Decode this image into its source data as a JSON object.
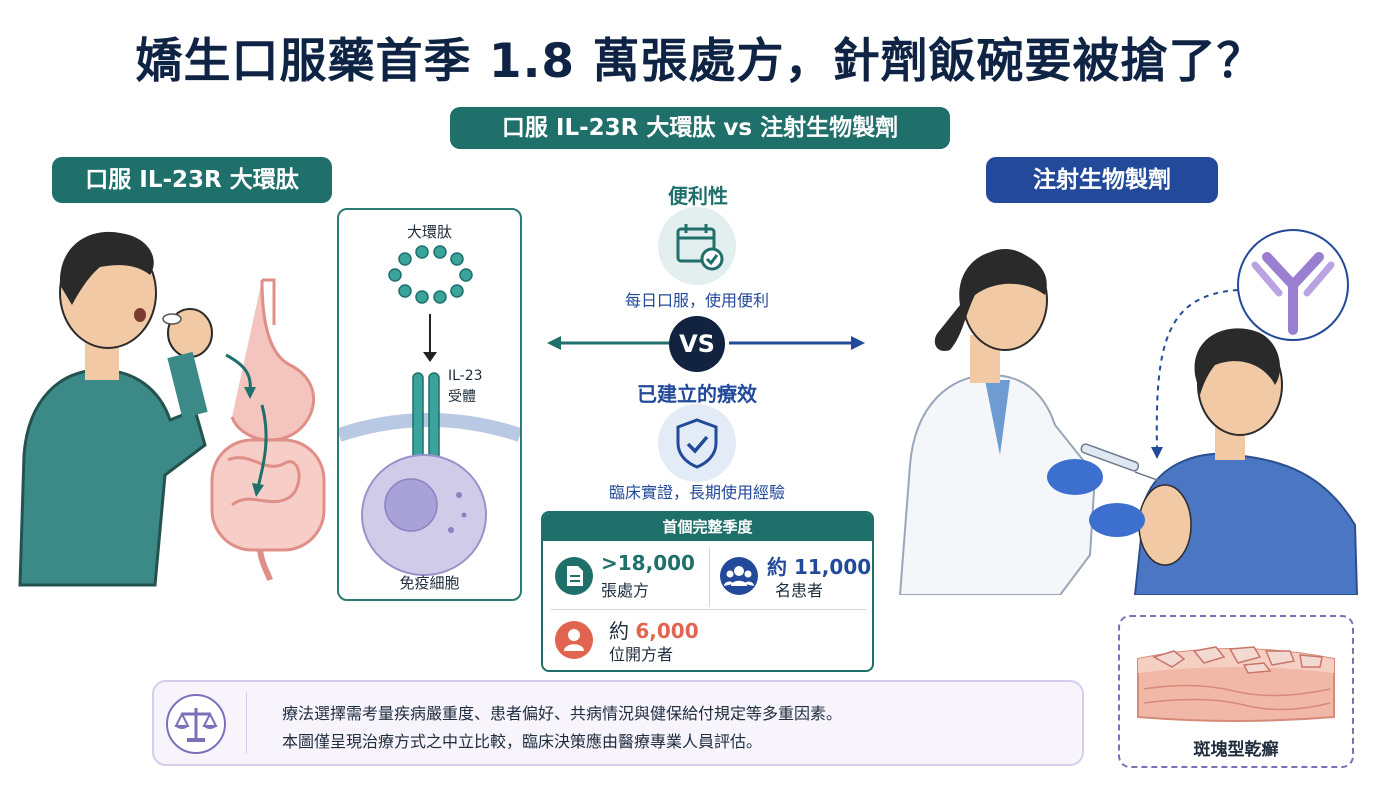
{
  "title": "嬌生口服藥首季 1.8 萬張處方，針劑飯碗要被搶了？",
  "subtitle": "口服 IL-23R 大環肽 vs 注射生物製劑",
  "left": {
    "header": "口服 IL-23R 大環肽",
    "mechanism": {
      "peptide_label": "大環肽",
      "receptor_label_1": "IL-23",
      "receptor_label_2": "受體",
      "cell_label": "免疫細胞"
    }
  },
  "right": {
    "header": "注射生物製劑"
  },
  "center": {
    "convenience": {
      "heading": "便利性",
      "text": "每日口服，使用便利",
      "icon": "calendar-check-icon"
    },
    "vs_label": "VS",
    "efficacy": {
      "heading": "已建立的療效",
      "text": "臨床實證，長期使用經驗",
      "icon": "shield-check-icon"
    }
  },
  "stats": {
    "heading": "首個完整季度",
    "items": [
      {
        "prefix": "",
        "value": ">18,000",
        "label": "張處方",
        "icon": "prescription-document-icon",
        "color": "#1f6f6b"
      },
      {
        "prefix": "約 ",
        "value": "11,000",
        "label": "名患者",
        "icon": "patients-group-icon",
        "color": "#234a9a"
      },
      {
        "prefix": "約 ",
        "value": "6,000",
        "label": "位開方者",
        "icon": "prescriber-person-icon",
        "color": "#e0644f"
      }
    ]
  },
  "disclaimer": {
    "icon": "balance-scale-icon",
    "line1": "療法選擇需考量疾病嚴重度、患者偏好、共病情況與健保給付規定等多重因素。",
    "line2": "本圖僅呈現治療方式之中立比較，臨床決策應由醫療專業人員評估。"
  },
  "psoriasis_label": "斑塊型乾癬",
  "colors": {
    "teal": "#1f6f6b",
    "navy": "#234a9a",
    "dark": "#0f2444",
    "orange": "#e0644f",
    "purple": "#7d70b8"
  }
}
